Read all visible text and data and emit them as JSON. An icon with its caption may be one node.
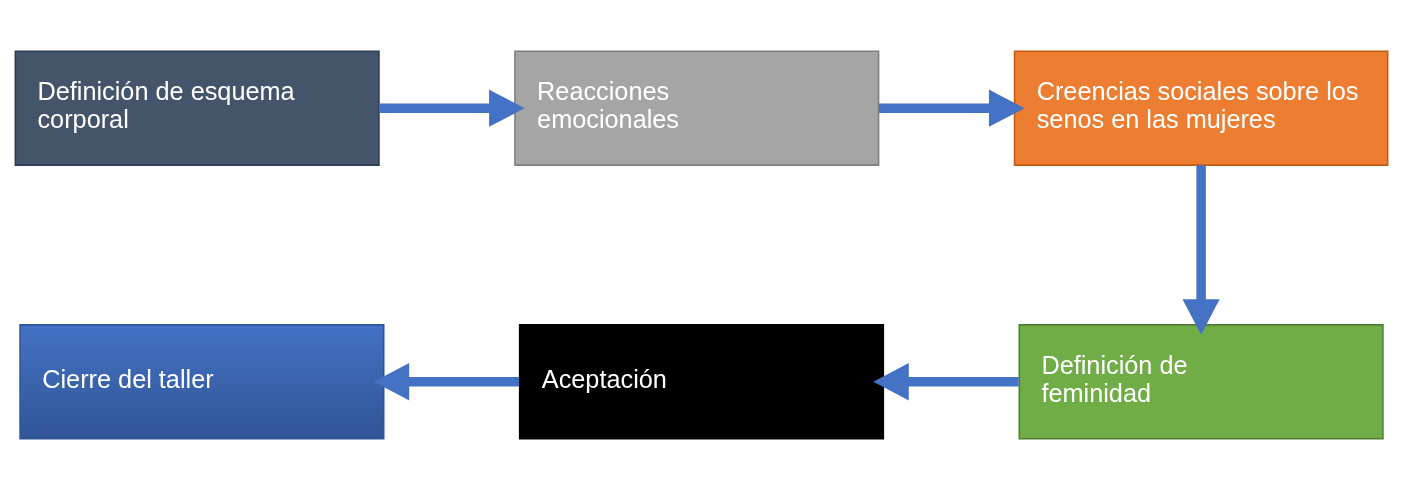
{
  "diagram": {
    "nodes": [
      {
        "text": [
          "Definición de esquema corporal"
        ]
      },
      {
        "text": [
          "Reacciones emocionales"
        ]
      },
      {
        "text": [
          "Creencias sociales sobre los senos en las mujeres"
        ]
      },
      {
        "text": [
          "Definición de feminidad"
        ]
      },
      {
        "text": [
          "Aceptación"
        ]
      },
      {
        "text": [
          "Cierre del taller"
        ]
      }
    ],
    "edges": [
      {
        "from": 0,
        "to": 1,
        "arrow": "to"
      },
      {
        "from": 1,
        "to": 2,
        "arrow": "to"
      },
      {
        "from": 2,
        "to": 3,
        "arrow": "to"
      },
      {
        "from": 3,
        "to": 4,
        "arrow": "to"
      },
      {
        "from": 4,
        "to": 5,
        "arrow": "to"
      }
    ]
  }
}
